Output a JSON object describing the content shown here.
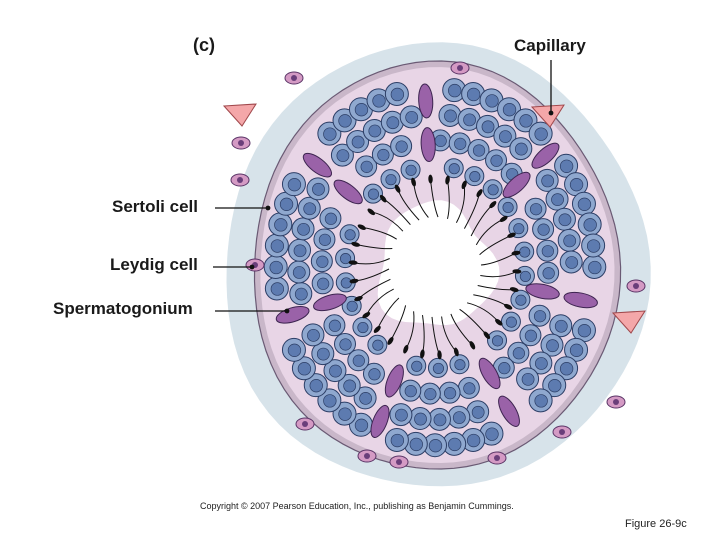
{
  "figure": {
    "panel_letter": "(c)",
    "labels": {
      "capillary": "Capillary",
      "sertoli_cell": "Sertoli cell",
      "leydig_cell": "Leydig cell",
      "spermatogonium": "Spermatogonium"
    },
    "copyright": "Copyright © 2007 Pearson Education, Inc., publishing as Benjamin Cummings.",
    "figure_number": "Figure 26-9c"
  },
  "colors": {
    "connective_tissue": "#d7e3ea",
    "tubule_wall": "#e8d5e6",
    "germ_cell": "#8fa8cf",
    "germ_cell_outline": "#2c3e66",
    "germ_nucleus": "#5d7bb0",
    "sertoli_cell": "#9a62a8",
    "capillary": "#f4a7a9",
    "lumen": "#ffffff",
    "sperm": "#111111"
  }
}
